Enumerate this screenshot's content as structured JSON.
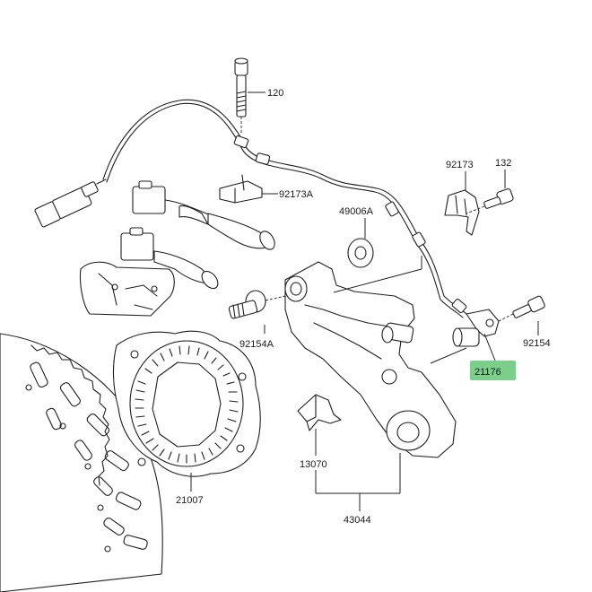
{
  "highlight_color": "#7ccf8a",
  "labels": {
    "p120": "120",
    "p92173A": "92173A",
    "p92173": "92173",
    "p132": "132",
    "p49006A": "49006A",
    "p92154A": "92154A",
    "p92154": "92154",
    "p21176": "21176",
    "p13070": "13070",
    "p21007": "21007",
    "p43044": "43044"
  }
}
